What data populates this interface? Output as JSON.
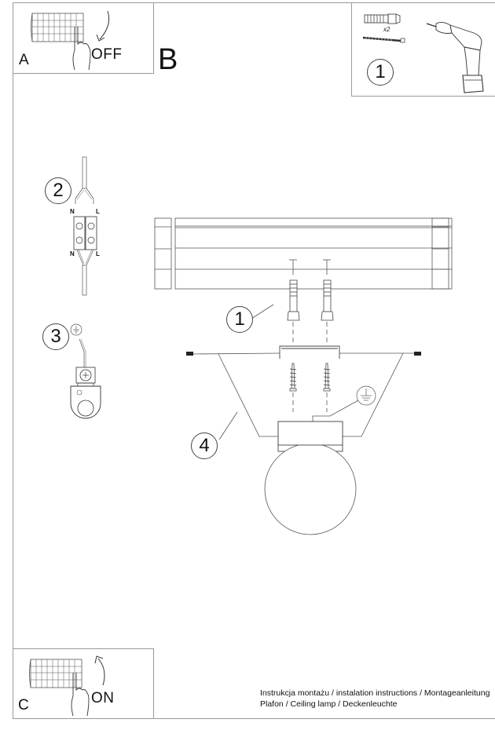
{
  "steps": {
    "A": {
      "letter": "A",
      "action": "OFF"
    },
    "B": {
      "letter": "B"
    },
    "C": {
      "letter": "C",
      "action": "ON"
    }
  },
  "tools_box": {
    "step_number": "1",
    "quantity": "x2",
    "items": [
      "wall-plug-icon",
      "screw-icon",
      "drill-icon"
    ]
  },
  "wiring": {
    "step_number": "2",
    "top_labels": [
      "N",
      "L"
    ],
    "bottom_labels": [
      "N",
      "L"
    ]
  },
  "ground": {
    "step_number": "3",
    "symbol": "ground-icon"
  },
  "assembly": {
    "callouts": [
      "1",
      "4"
    ],
    "parts": [
      "ceiling",
      "wall-plugs",
      "mounting-bracket",
      "screws",
      "canopy",
      "ground-wire",
      "globe-shade"
    ]
  },
  "footer": {
    "line1": "Instrukcja montażu / instalation instructions / Montageanleitung",
    "line2": "Plafon / Ceiling lamp / Deckenleuchte"
  },
  "colors": {
    "line": "#9a9a9a",
    "ink": "#111111"
  }
}
